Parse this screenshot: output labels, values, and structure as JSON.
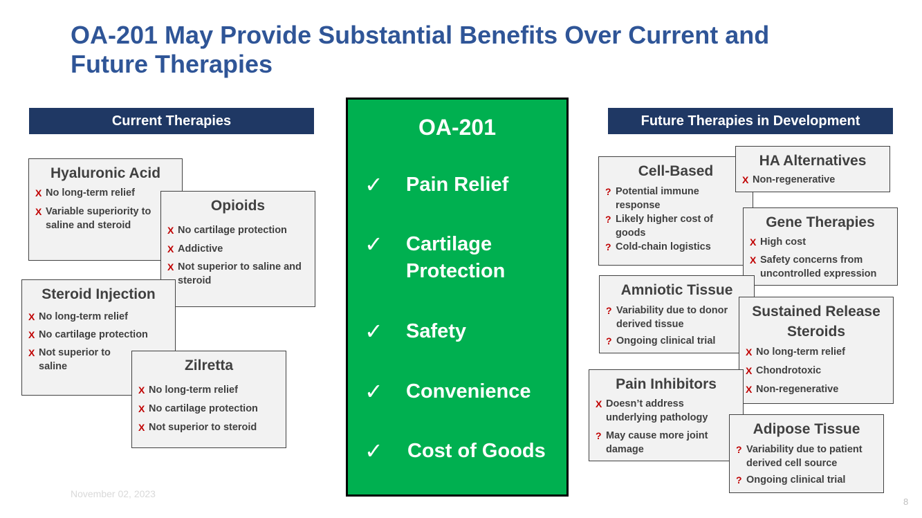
{
  "title": {
    "line1": "OA-201 May Provide Substantial Benefits Over Current and",
    "line2": "Future Therapies"
  },
  "current": {
    "header": "Current Therapies",
    "hyaluronic": {
      "title": "Hyaluronic Acid",
      "items": [
        "No long-term relief",
        "Variable superiority to saline and steroid"
      ]
    },
    "opioids": {
      "title": "Opioids",
      "items": [
        "No cartilage protection",
        "Addictive",
        "Not superior to saline and steroid"
      ]
    },
    "steroid": {
      "title": "Steroid Injection",
      "items": [
        "No long-term relief",
        "No cartilage protection",
        "Not superior to saline"
      ]
    },
    "zilretta": {
      "title": "Zilretta",
      "items": [
        "No long-term relief",
        "No cartilage protection",
        "Not superior to steroid"
      ]
    }
  },
  "center": {
    "title": "OA-201",
    "check_symbol": "✓",
    "benefits": [
      "Pain Relief",
      "Cartilage Protection",
      "Safety",
      "Convenience",
      "Cost of Goods"
    ]
  },
  "future": {
    "header": "Future Therapies in Development",
    "cell_based": {
      "title": "Cell-Based",
      "items": [
        "Potential immune response",
        "Likely higher cost of goods",
        "Cold-chain logistics"
      ]
    },
    "ha_alt": {
      "title": "HA Alternatives",
      "items": [
        "Non-regenerative"
      ]
    },
    "gene": {
      "title": "Gene Therapies",
      "items": [
        "High cost",
        "Safety concerns from uncontrolled expression"
      ]
    },
    "amniotic": {
      "title": "Amniotic Tissue",
      "items": [
        "Variability due to donor derived tissue",
        "Ongoing clinical trial"
      ]
    },
    "sustained": {
      "title": "Sustained Release Steroids",
      "items": [
        "No long-term relief",
        "Chondrotoxic",
        "Non-regenerative"
      ]
    },
    "pain_inhib": {
      "title": "Pain Inhibitors",
      "items": [
        "Doesn’t address underlying pathology",
        "May cause more joint damage"
      ]
    },
    "adipose": {
      "title": "Adipose Tissue",
      "items": [
        "Variability due to patient derived cell source",
        "Ongoing clinical trial"
      ]
    }
  },
  "marks": {
    "x": "X",
    "q": "?"
  },
  "footer": {
    "date": "November 02, 2023",
    "page": "8"
  }
}
